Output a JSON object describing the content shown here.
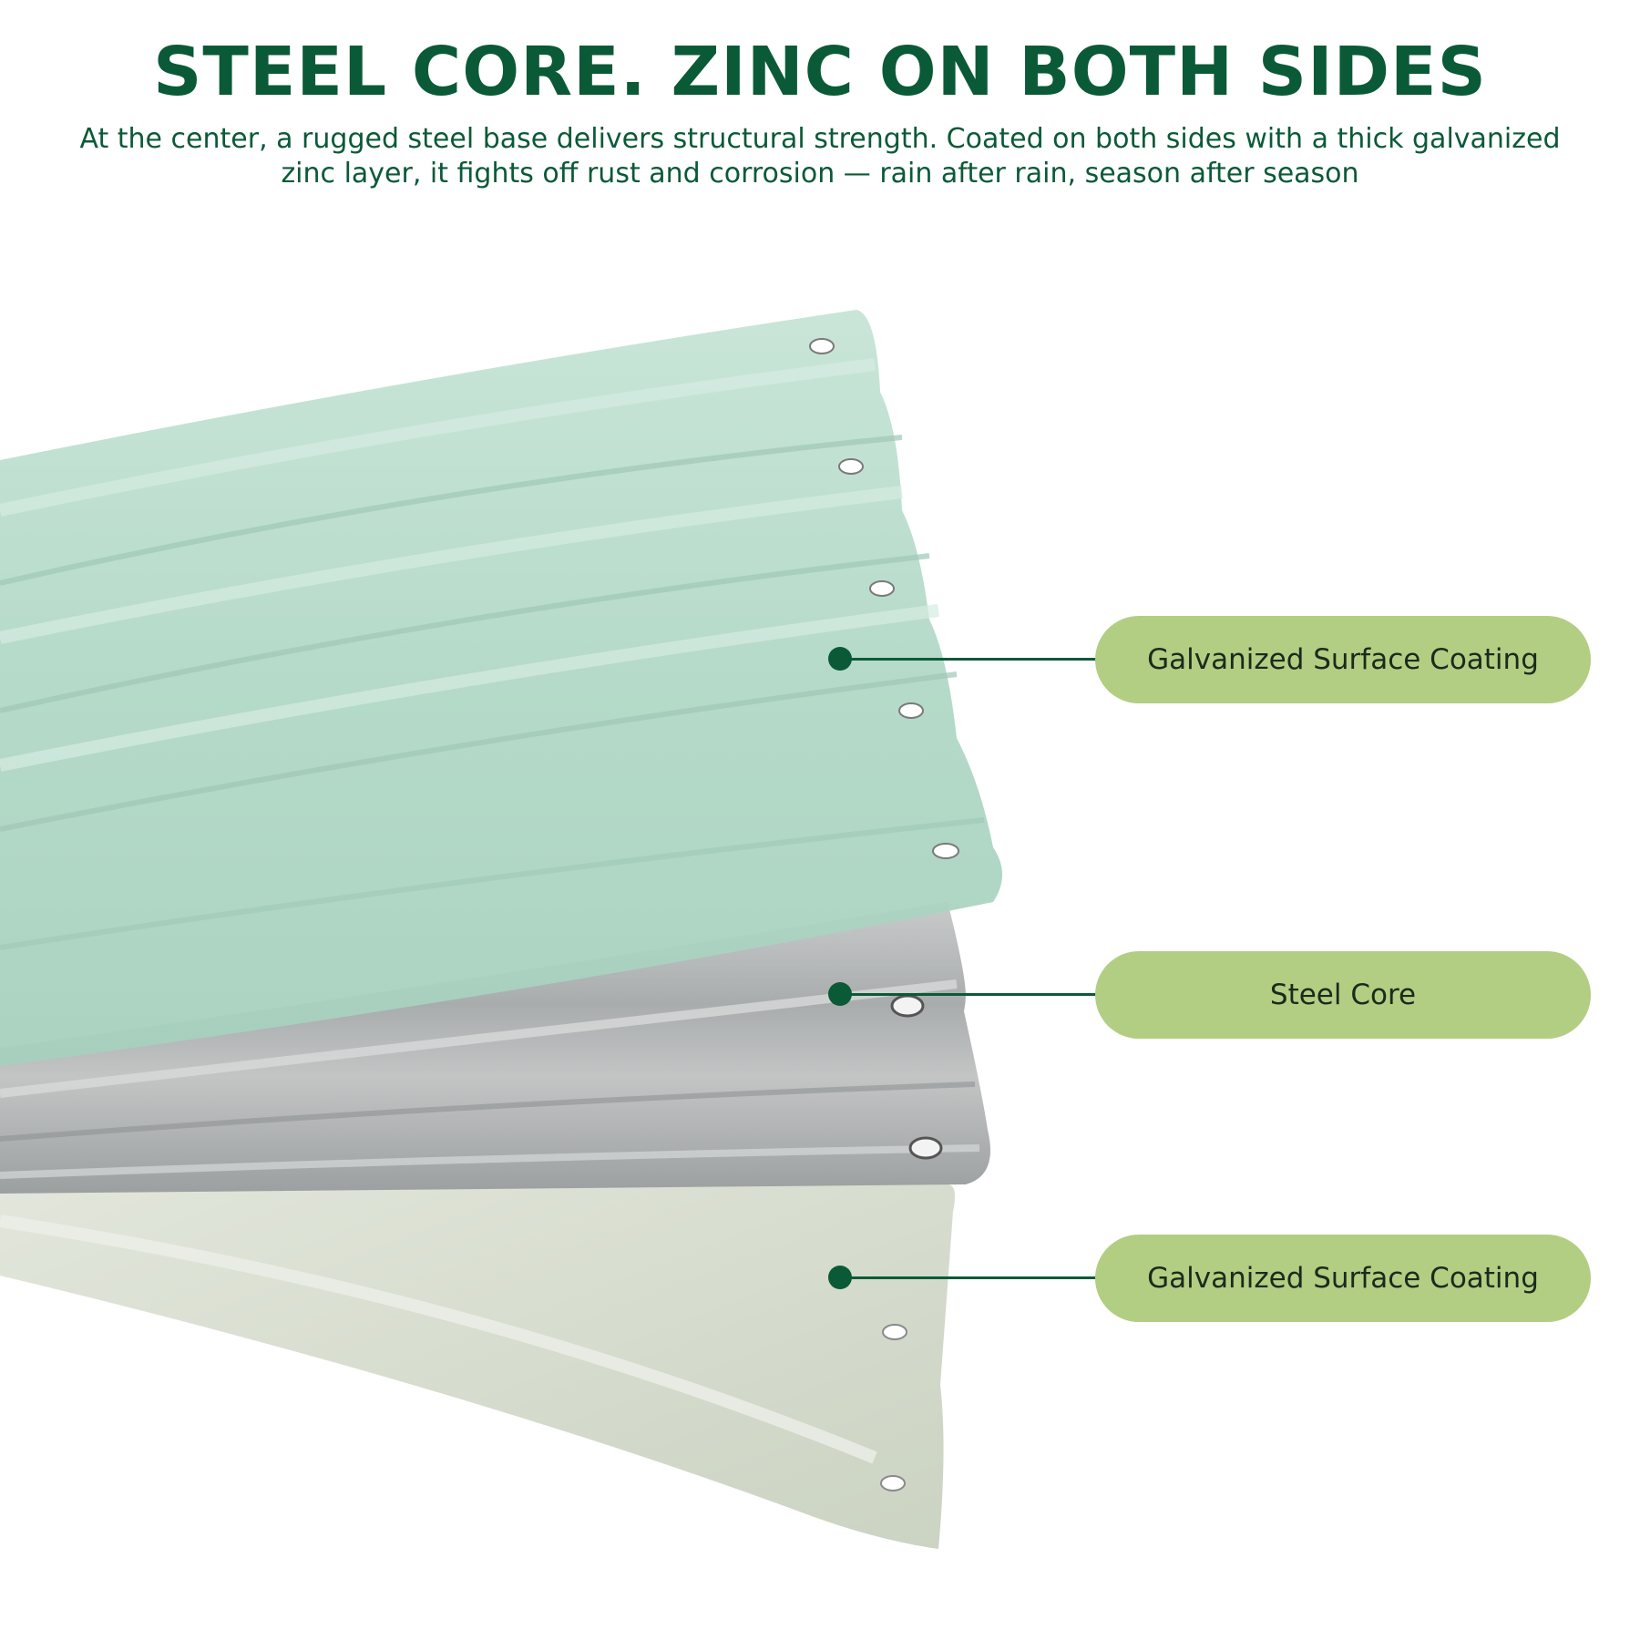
{
  "header": {
    "title": "STEEL CORE. ZINC ON BOTH SIDES",
    "subtitle": "At the center, a rugged steel base delivers structural strength. Coated on both sides with a thick galvanized zinc layer, it fights off rust and corrosion — rain after rain, season after season"
  },
  "callouts": [
    {
      "label": "Galvanized Surface Coating"
    },
    {
      "label": "Steel Core"
    },
    {
      "label": "Galvanized Surface Coating"
    }
  ],
  "colors": {
    "brand_green": "#0b5a37",
    "pill_green": "#b2ce82",
    "zinc_mint": "#b3d9c8",
    "steel_gray": "#b8bbbc",
    "bottom_coat": "#d3dac9"
  }
}
